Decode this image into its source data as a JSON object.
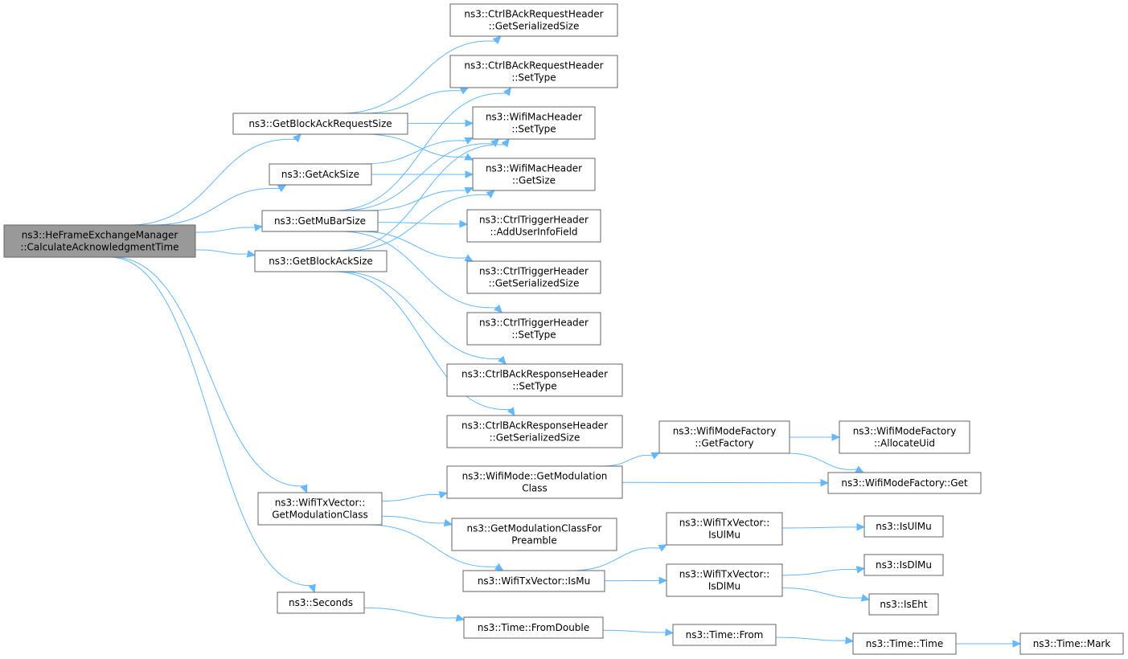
{
  "graph": {
    "nodes": [
      {
        "id": "root",
        "lines": [
          "ns3::HeFrameExchangeManager",
          "::CalculateAcknowledgmentTime"
        ],
        "root": true
      },
      {
        "id": "getBlockAckRequestSize",
        "lines": [
          "ns3::GetBlockAckRequestSize"
        ]
      },
      {
        "id": "getAckSize",
        "lines": [
          "ns3::GetAckSize"
        ]
      },
      {
        "id": "getMuBarSize",
        "lines": [
          "ns3::GetMuBarSize"
        ]
      },
      {
        "id": "getBlockAckSize",
        "lines": [
          "ns3::GetBlockAckSize"
        ]
      },
      {
        "id": "wifiTxVectorGetModulationClass",
        "lines": [
          "ns3::WifiTxVector::",
          "GetModulationClass"
        ]
      },
      {
        "id": "seconds",
        "lines": [
          "ns3::Seconds"
        ]
      },
      {
        "id": "barReqGetSerializedSize",
        "lines": [
          "ns3::CtrlBAckRequestHeader",
          "::GetSerializedSize"
        ]
      },
      {
        "id": "barReqSetType",
        "lines": [
          "ns3::CtrlBAckRequestHeader",
          "::SetType"
        ]
      },
      {
        "id": "macHeaderSetType",
        "lines": [
          "ns3::WifiMacHeader",
          "::SetType"
        ]
      },
      {
        "id": "macHeaderGetSize",
        "lines": [
          "ns3::WifiMacHeader",
          "::GetSize"
        ]
      },
      {
        "id": "triggerAddUserInfoField",
        "lines": [
          "ns3::CtrlTriggerHeader",
          "::AddUserInfoField"
        ]
      },
      {
        "id": "triggerGetSerializedSize",
        "lines": [
          "ns3::CtrlTriggerHeader",
          "::GetSerializedSize"
        ]
      },
      {
        "id": "triggerSetType",
        "lines": [
          "ns3::CtrlTriggerHeader",
          "::SetType"
        ]
      },
      {
        "id": "baRespSetType",
        "lines": [
          "ns3::CtrlBAckResponseHeader",
          "::SetType"
        ]
      },
      {
        "id": "baRespGetSerializedSize",
        "lines": [
          "ns3::CtrlBAckResponseHeader",
          "::GetSerializedSize"
        ]
      },
      {
        "id": "wifiModeGetModulationClass",
        "lines": [
          "ns3::WifiMode::GetModulation",
          "Class"
        ]
      },
      {
        "id": "getModulationClassForPreamble",
        "lines": [
          "ns3::GetModulationClassFor",
          "Preamble"
        ]
      },
      {
        "id": "wifiTxVectorIsMu",
        "lines": [
          "ns3::WifiTxVector::IsMu"
        ]
      },
      {
        "id": "timeFromDouble",
        "lines": [
          "ns3::Time::FromDouble"
        ]
      },
      {
        "id": "wifiModeFactoryGetFactory",
        "lines": [
          "ns3::WifiModeFactory",
          "::GetFactory"
        ]
      },
      {
        "id": "wifiModeFactoryGet",
        "lines": [
          "ns3::WifiModeFactory::Get"
        ]
      },
      {
        "id": "wifiModeFactoryAllocateUid",
        "lines": [
          "ns3::WifiModeFactory",
          "::AllocateUid"
        ]
      },
      {
        "id": "wifiTxVectorIsUlMu",
        "lines": [
          "ns3::WifiTxVector::",
          "IsUlMu"
        ]
      },
      {
        "id": "wifiTxVectorIsDlMu",
        "lines": [
          "ns3::WifiTxVector::",
          "IsDlMu"
        ]
      },
      {
        "id": "isUlMu",
        "lines": [
          "ns3::IsUlMu"
        ]
      },
      {
        "id": "isDlMu",
        "lines": [
          "ns3::IsDlMu"
        ]
      },
      {
        "id": "isEht",
        "lines": [
          "ns3::IsEht"
        ]
      },
      {
        "id": "timeFrom",
        "lines": [
          "ns3::Time::From"
        ]
      },
      {
        "id": "timeTime",
        "lines": [
          "ns3::Time::Time"
        ]
      },
      {
        "id": "timeMark",
        "lines": [
          "ns3::Time::Mark"
        ]
      }
    ],
    "edges": [
      [
        "root",
        "getBlockAckRequestSize"
      ],
      [
        "root",
        "getAckSize"
      ],
      [
        "root",
        "getMuBarSize"
      ],
      [
        "root",
        "getBlockAckSize"
      ],
      [
        "root",
        "wifiTxVectorGetModulationClass"
      ],
      [
        "root",
        "seconds"
      ],
      [
        "getBlockAckRequestSize",
        "barReqGetSerializedSize"
      ],
      [
        "getBlockAckRequestSize",
        "barReqSetType"
      ],
      [
        "getBlockAckRequestSize",
        "macHeaderSetType"
      ],
      [
        "getBlockAckRequestSize",
        "macHeaderGetSize"
      ],
      [
        "getAckSize",
        "macHeaderSetType"
      ],
      [
        "getAckSize",
        "macHeaderGetSize"
      ],
      [
        "getMuBarSize",
        "barReqSetType"
      ],
      [
        "getMuBarSize",
        "macHeaderSetType"
      ],
      [
        "getMuBarSize",
        "macHeaderGetSize"
      ],
      [
        "getMuBarSize",
        "triggerAddUserInfoField"
      ],
      [
        "getMuBarSize",
        "triggerGetSerializedSize"
      ],
      [
        "getMuBarSize",
        "triggerSetType"
      ],
      [
        "getBlockAckSize",
        "macHeaderSetType"
      ],
      [
        "getBlockAckSize",
        "macHeaderGetSize"
      ],
      [
        "getBlockAckSize",
        "baRespSetType"
      ],
      [
        "getBlockAckSize",
        "baRespGetSerializedSize"
      ],
      [
        "wifiTxVectorGetModulationClass",
        "wifiModeGetModulationClass"
      ],
      [
        "wifiTxVectorGetModulationClass",
        "getModulationClassForPreamble"
      ],
      [
        "wifiTxVectorGetModulationClass",
        "wifiTxVectorIsMu"
      ],
      [
        "wifiModeGetModulationClass",
        "wifiModeFactoryGetFactory"
      ],
      [
        "wifiModeGetModulationClass",
        "wifiModeFactoryGet"
      ],
      [
        "wifiModeFactoryGetFactory",
        "wifiModeFactoryAllocateUid"
      ],
      [
        "wifiModeFactoryGetFactory",
        "wifiModeFactoryGet"
      ],
      [
        "wifiTxVectorIsMu",
        "wifiTxVectorIsUlMu"
      ],
      [
        "wifiTxVectorIsMu",
        "wifiTxVectorIsDlMu"
      ],
      [
        "wifiTxVectorIsUlMu",
        "isUlMu"
      ],
      [
        "wifiTxVectorIsDlMu",
        "isDlMu"
      ],
      [
        "wifiTxVectorIsDlMu",
        "isEht"
      ],
      [
        "seconds",
        "timeFromDouble"
      ],
      [
        "timeFromDouble",
        "timeFrom"
      ],
      [
        "timeFrom",
        "timeTime"
      ],
      [
        "timeTime",
        "timeMark"
      ]
    ]
  },
  "colors": {
    "edge": "#63b8ff",
    "node_border": "#666666",
    "root_fill": "#999999"
  }
}
